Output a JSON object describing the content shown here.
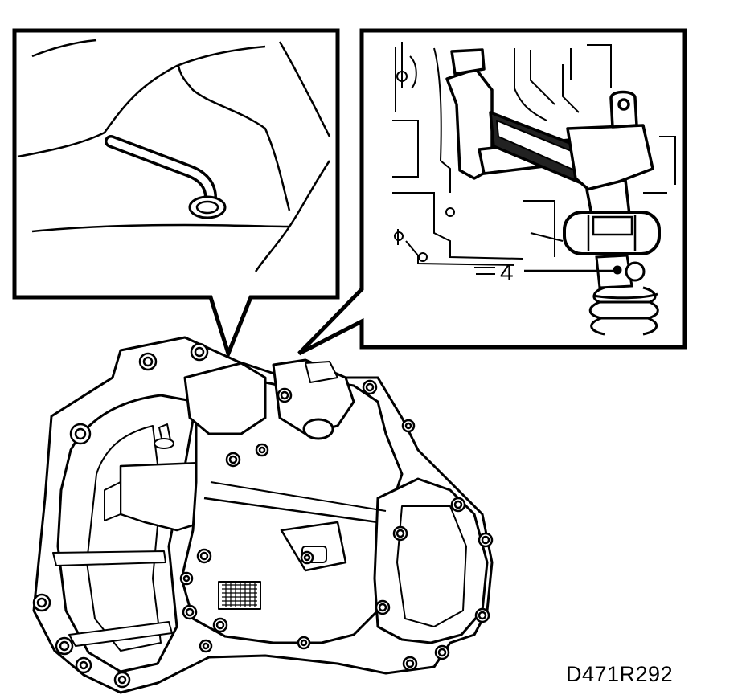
{
  "diagram": {
    "detail_left": {
      "subject": "breather-tube"
    },
    "detail_right": {
      "subject": "shift-linkage",
      "callout_label": "4"
    },
    "main": {
      "subject": "gearbox-assembly"
    },
    "figure_code": "D471R292",
    "colors": {
      "line": "#000000",
      "background": "#ffffff"
    }
  }
}
